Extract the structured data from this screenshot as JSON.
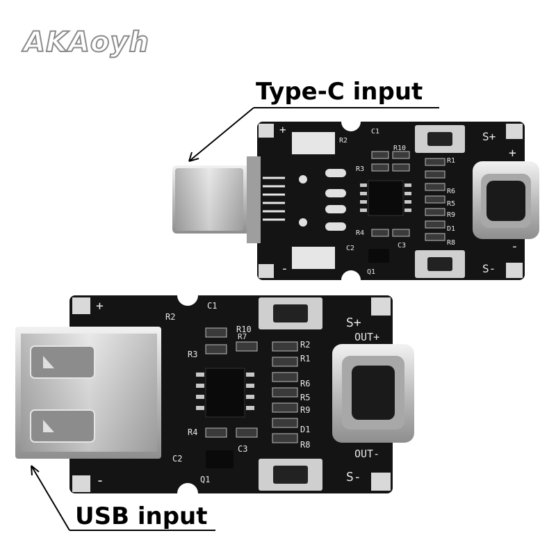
{
  "watermark": "AKAoyh",
  "callouts": {
    "top": "Type-C input",
    "bottom": "USB input"
  },
  "board_top": {
    "silk": {
      "plus_left": "+",
      "minus_left": "-",
      "s_plus": "S+",
      "s_minus": "S-",
      "plus_right": "+",
      "minus_right": "-",
      "c1": "C1",
      "r2": "R2",
      "r10": "R10",
      "r3": "R3",
      "r1": "R1",
      "r6": "R6",
      "r5": "R5",
      "r9": "R9",
      "d1": "D1",
      "r8": "R8",
      "r4": "R4",
      "c2": "C2",
      "c3": "C3",
      "q1": "Q1"
    }
  },
  "board_bottom": {
    "silk": {
      "plus_left": "+",
      "minus_left": "-",
      "s_plus": "S+",
      "s_minus": "S-",
      "out_plus": "OUT+",
      "out_minus": "OUT-",
      "c1": "C1",
      "r2": "R2",
      "r10": "R10",
      "r7": "R7",
      "r3": "R3",
      "r1": "R1",
      "r6": "R6",
      "r5": "R5",
      "r9": "R9",
      "d1": "D1",
      "r8": "R8",
      "r4": "R4",
      "c2": "C2",
      "c3": "C3",
      "q1": "Q1"
    }
  }
}
